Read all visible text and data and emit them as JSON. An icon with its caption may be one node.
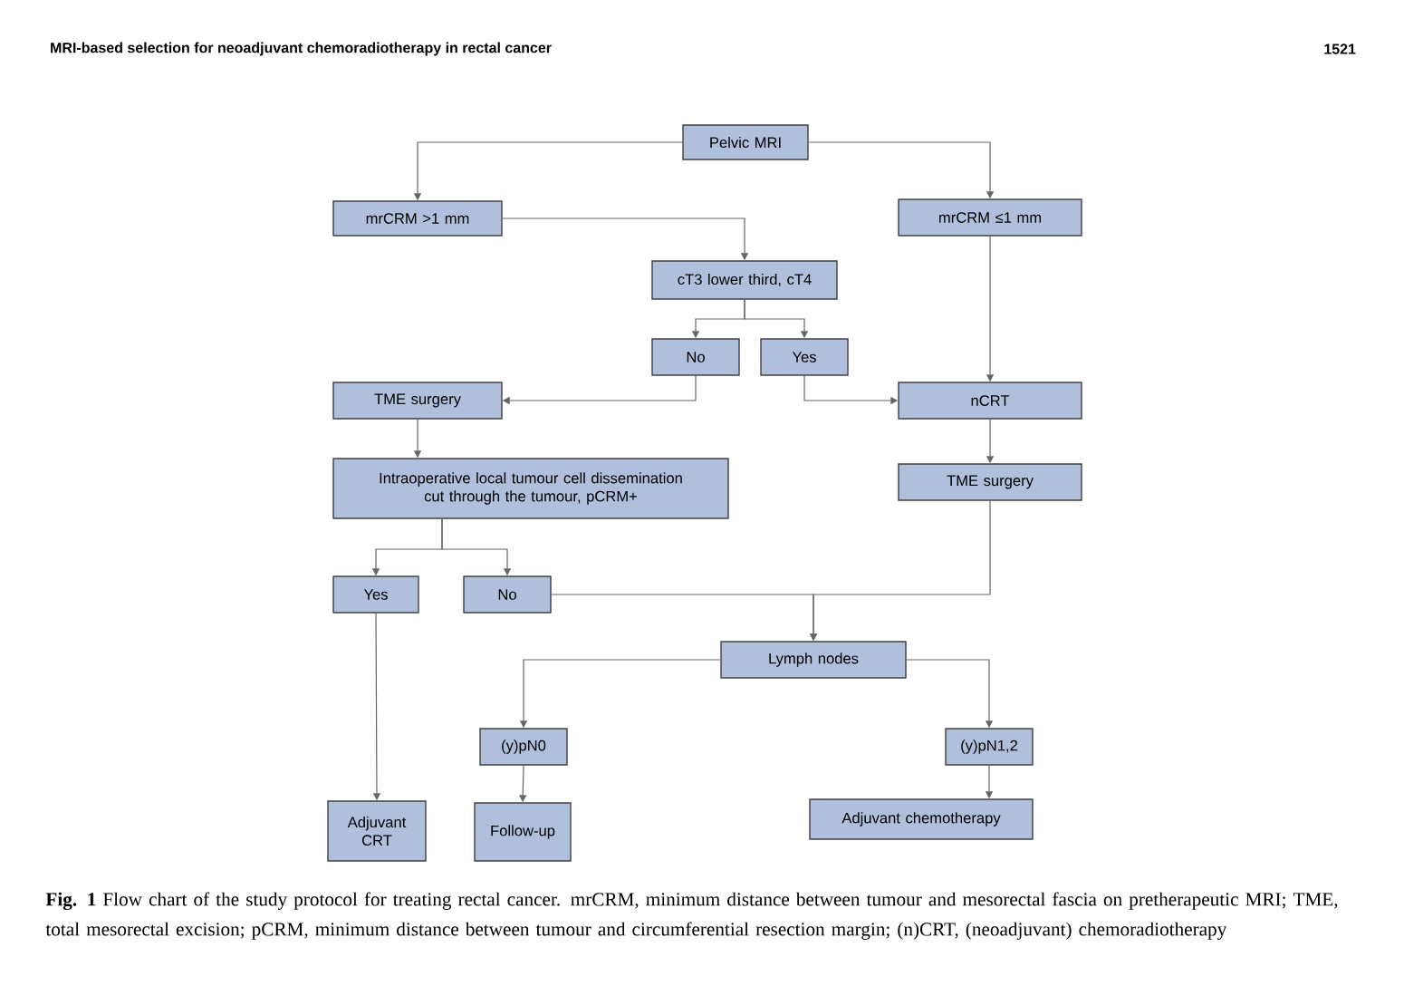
{
  "diagram": {
    "caption": "**Fig. 1** Flow chart of the study protocol for treating rectal cancer. mrCRM, minimum distance between tumour and mesorectal fascia on pretherapeutic MRI; TME, total mesorectal excision; pCRM, minimum distance between tumour and circumferential resection margin; (n)CRT, (neoadjuvant) chemoradiotherapy",
    "nodes": [
      {
        "text": [
          "Pelvic MRI"
        ]
      },
      {
        "text": [
          "mrCRM >1 mm"
        ]
      },
      {
        "text": [
          "mrCRM ≤1 mm"
        ]
      },
      {
        "text": [
          "cT3 lower third, cT4"
        ]
      },
      {
        "text": [
          "No"
        ]
      },
      {
        "text": [
          "Yes"
        ]
      },
      {
        "text": [
          "TME surgery"
        ]
      },
      {
        "text": [
          "nCRT"
        ]
      },
      {
        "text": [
          "Intraoperative local tumour cell dissemination cut through the tumour, pCRM+"
        ]
      },
      {
        "text": [
          "TME surgery"
        ]
      },
      {
        "text": [
          "Yes"
        ]
      },
      {
        "text": [
          "No"
        ]
      },
      {
        "text": [
          "Lymph nodes"
        ]
      },
      {
        "text": [
          "(y)pN0"
        ]
      },
      {
        "text": [
          "(y)pN1,2"
        ]
      },
      {
        "text": [
          "Adjuvant CRT"
        ]
      },
      {
        "text": [
          "Follow-up"
        ]
      },
      {
        "text": [
          "Adjuvant chemotherapy"
        ]
      }
    ],
    "edges": [
      {
        "from": 0,
        "to": 1,
        "arrow": "to"
      },
      {
        "from": 0,
        "to": 2,
        "arrow": "to"
      },
      {
        "from": 1,
        "to": 3,
        "arrow": "to"
      },
      {
        "from": 3,
        "to": 4,
        "arrow": "to"
      },
      {
        "from": 3,
        "to": 5,
        "arrow": "to"
      },
      {
        "from": 4,
        "to": 6,
        "arrow": "to"
      },
      {
        "from": 5,
        "to": 7,
        "arrow": "to"
      },
      {
        "from": 2,
        "to": 7,
        "arrow": "to"
      },
      {
        "from": 6,
        "to": 8,
        "arrow": "to"
      },
      {
        "from": 7,
        "to": 9,
        "arrow": "to"
      },
      {
        "from": 8,
        "to": 10,
        "arrow": "to"
      },
      {
        "from": 8,
        "to": 11,
        "arrow": "to"
      },
      {
        "from": 11,
        "to": 12,
        "arrow": "to"
      },
      {
        "from": 9,
        "to": 12,
        "arrow": "to"
      },
      {
        "from": 12,
        "to": 13,
        "arrow": "to"
      },
      {
        "from": 12,
        "to": 14,
        "arrow": "to"
      },
      {
        "from": 10,
        "to": 15,
        "arrow": "to"
      },
      {
        "from": 13,
        "to": 16,
        "arrow": "to"
      },
      {
        "from": 14,
        "to": 17,
        "arrow": "to"
      }
    ],
    "labels": [
      "MRI-based selection for neoadjuvant chemoradiotherapy in rectal cancer",
      "1521"
    ]
  }
}
